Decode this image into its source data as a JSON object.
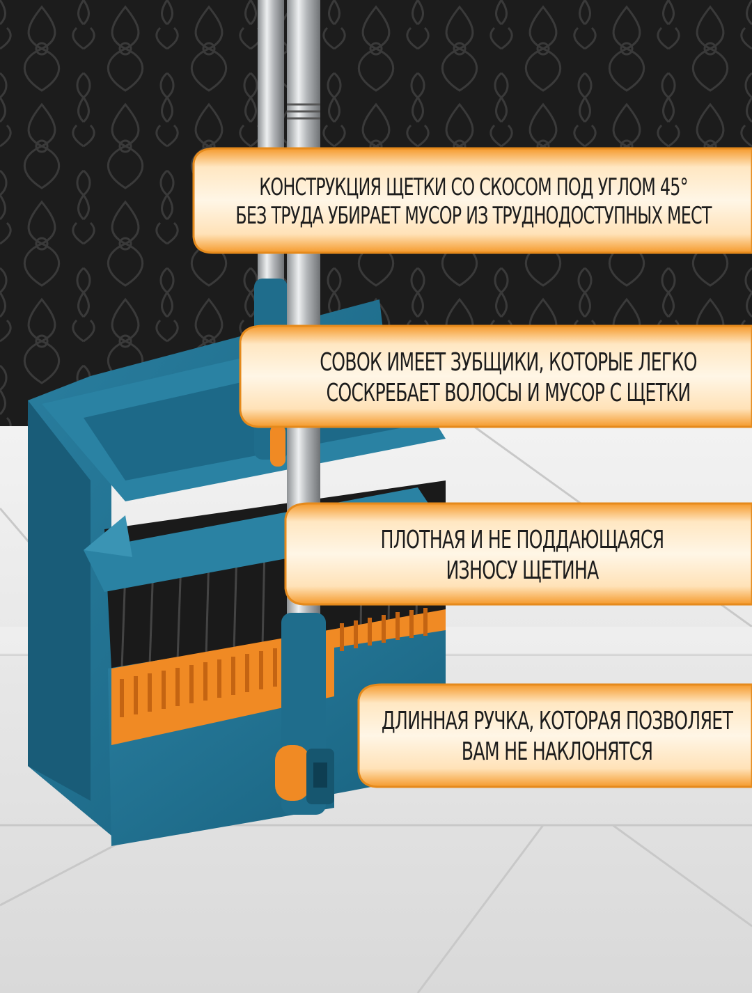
{
  "colors": {
    "wall": "#1e1e1e",
    "floor": "#e6e6e6",
    "dustpan": "#1f6d8c",
    "dustpan_dark": "#155068",
    "accent_orange": "#f08a24",
    "callout_orange": "#f5a13c",
    "callout_light": "#fff2d9",
    "handle_steel": "#b9bcbf"
  },
  "icons": [
    "broom-product-image"
  ],
  "callouts": [
    {
      "lines": [
        "КОНСТРУКЦИЯ ЩЕТКИ СО СКОСОМ ПОД УГЛОМ 45°",
        "БЕЗ ТРУДА УБИРАЕТ МУСОР ИЗ ТРУДНОДОСТУПНЫХ МЕСТ"
      ]
    },
    {
      "lines": [
        "СОВОК ИМЕЕТ ЗУБЩИКИ, КОТОРЫЕ ЛЕГКО",
        "СОСКРЕБАЕТ ВОЛОСЫ И МУСОР С ЩЕТКИ"
      ]
    },
    {
      "lines": [
        "ПЛОТНАЯ И НЕ ПОДДАЮЩАЯСЯ",
        "ИЗНОСУ ЩЕТИНА"
      ]
    },
    {
      "lines": [
        "ДЛИННАЯ РУЧКА, КОТОРАЯ ПОЗВОЛЯЕТ",
        "ВАМ НЕ НАКЛОНЯТСЯ"
      ]
    }
  ]
}
